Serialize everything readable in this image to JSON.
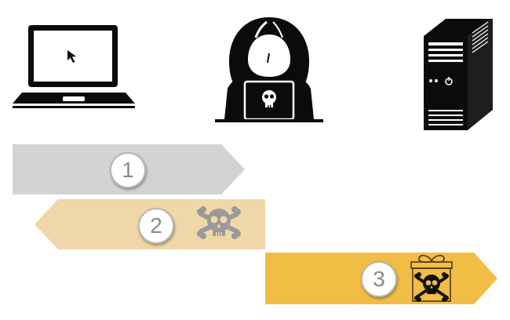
{
  "colors": {
    "arrow_1": "#d3d3d3",
    "arrow_2": "#efd7a8",
    "arrow_3": "#f2bd44",
    "icon_black": "#0b0b0b",
    "badge_text": "#8a8a8a",
    "faded_skull": "#9a9a9a"
  },
  "icons": {
    "client": "laptop-icon",
    "attacker": "hooded-hacker-icon",
    "server": "server-tower-icon"
  },
  "steps": [
    {
      "number": "1",
      "direction": "right",
      "icon": ""
    },
    {
      "number": "2",
      "direction": "left",
      "icon": "skull-crossbones-icon"
    },
    {
      "number": "3",
      "direction": "right",
      "icon": "poisoned-package-icon"
    }
  ]
}
